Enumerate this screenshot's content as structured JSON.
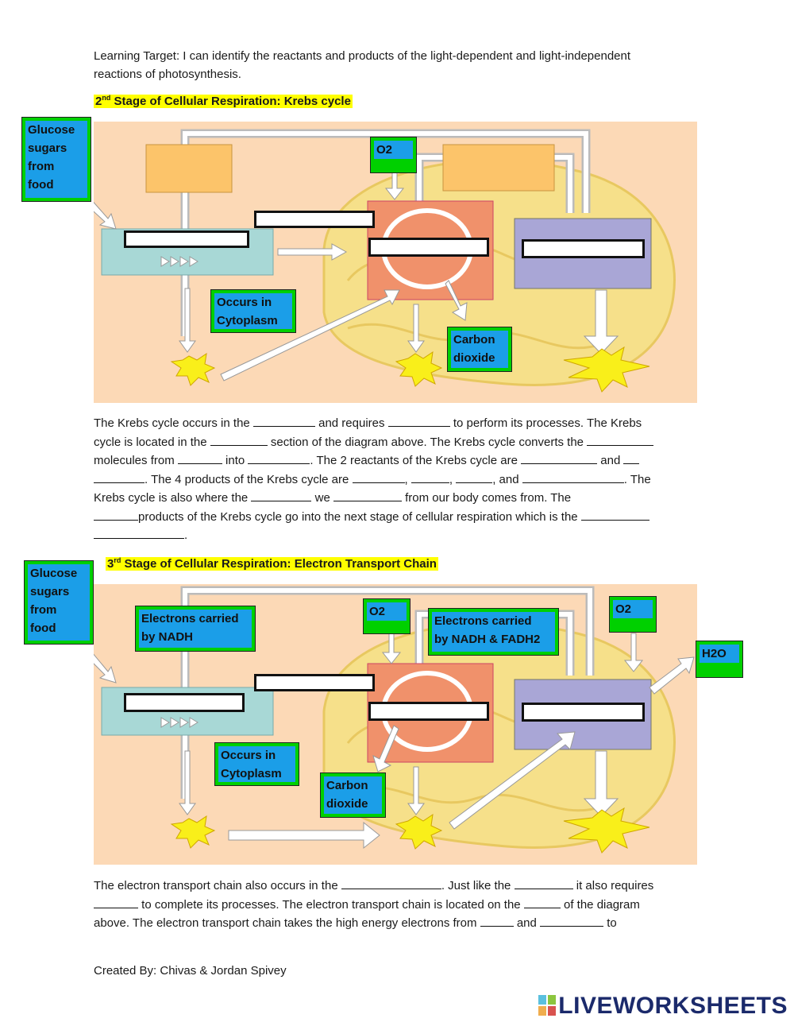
{
  "learning_target": {
    "line1": "Learning Target:  I can identify the reactants and products of the light-dependent and light-independent",
    "line2": "reactions of photosynthesis."
  },
  "stage2": {
    "title_num": "2",
    "title_sup": "nd",
    "title_rest": " Stage of Cellular Respiration:  Krebs cycle",
    "labels": {
      "glucose": [
        "Glucose",
        "sugars",
        "from",
        "food"
      ],
      "o2": "O2",
      "cytoplasm": [
        "Occurs in",
        "Cytoplasm"
      ],
      "co2": [
        "Carbon",
        "dioxide"
      ]
    }
  },
  "krebs_paragraph": {
    "l1a": "The Krebs cycle occurs in the",
    "l1b": "and requires",
    "l1c": "to perform its processes.  The Krebs",
    "l2a": "cycle is located in the",
    "l2b": "section of the diagram above.  The Krebs cycle converts the",
    "l3a": "molecules from",
    "l3b": "into",
    "l3c": ".      The 2 reactants of the Krebs cycle are",
    "l3d": "and",
    "l4a": ".  The 4 products of the Krebs cycle are",
    "l4b": ",",
    "l4c": ",",
    "l4d": ", and",
    "l4e": ".  The",
    "l5a": "Krebs cycle is also where the",
    "l5b": "we",
    "l5c": "from our body comes from.  The",
    "l6a": "products of the Krebs cycle go into the next stage of cellular respiration which is the",
    "l7a": "."
  },
  "stage3": {
    "title_num": "3",
    "title_sup": "rd",
    "title_rest": " Stage of Cellular Respiration:  Electron Transport Chain",
    "labels": {
      "glucose": [
        "Glucose",
        "sugars",
        "from",
        "food"
      ],
      "nadh": [
        "Electrons carried",
        "by NADH"
      ],
      "o2_a": "O2",
      "nadh_fadh2": [
        "Electrons carried",
        "by NADH & FADH2"
      ],
      "o2_b": "O2",
      "h2o": "H2O",
      "cytoplasm": [
        "Occurs in",
        "Cytoplasm"
      ],
      "co2": [
        "Carbon",
        "dioxide"
      ]
    }
  },
  "etc_paragraph": {
    "l1a": "The electron transport chain also occurs in the",
    "l1b": ". Just like the",
    "l1c": "it also requires",
    "l2a": "to complete its processes.  The electron transport chain is located on the",
    "l2b": "of the diagram",
    "l3a": "above.  The electron transport chain takes the high energy electrons from",
    "l3b": "and",
    "l3c": "to"
  },
  "footer": {
    "credit": "Created By: Chivas & Jordan Spivey",
    "logo": "LIVEWORKSHEETS"
  },
  "colors": {
    "background": "#fcd9b6",
    "mito": "#f6e08a",
    "glycolysis_box": "#a8d8d6",
    "krebs_box": "#f0916b",
    "etc_box": "#a9a6d6",
    "label_outer": "#00d000",
    "label_inner": "#1b9ee8",
    "title_highlight": "#ffff00"
  }
}
